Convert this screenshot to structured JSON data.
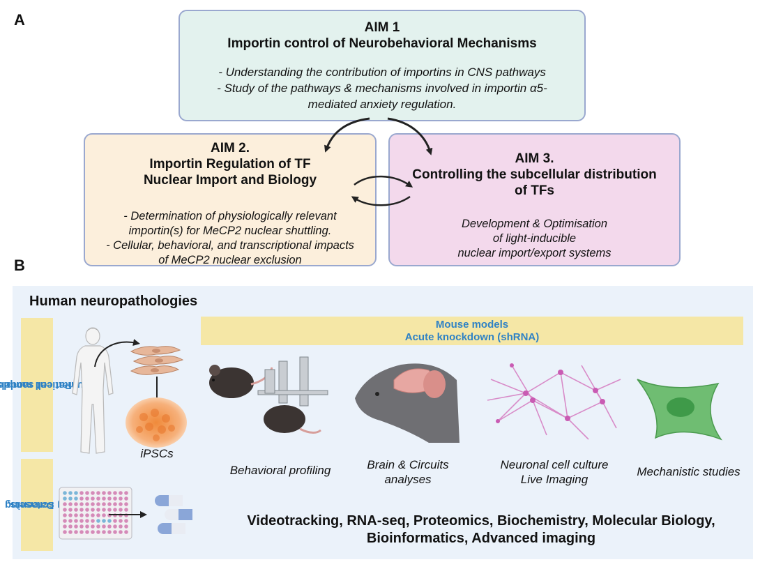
{
  "panel_a_label": "A",
  "panel_b_label": "B",
  "aim1": {
    "title_1": "AIM 1",
    "title_2": "Importin control of Neurobehavioral Mechanisms",
    "bullets": [
      "- Understanding the contribution of importins in CNS pathways",
      "- Study of the pathways & mechanisms involved in importin α5-",
      "mediated anxiety regulation."
    ],
    "color": "#e3f2ee"
  },
  "aim2": {
    "title_lines": [
      "AIM 2.",
      "Importin Regulation of TF",
      "Nuclear Import and Biology"
    ],
    "bullets": [
      "- Determination of physiologically relevant",
      "importin(s) for MeCP2 nuclear shuttling.",
      "- Cellular, behavioral, and transcriptional impacts",
      "of MeCP2 nuclear exclusion"
    ],
    "color": "#fcefdc"
  },
  "aim3": {
    "title_lines": [
      "AIM 3.",
      "Controlling the subcellular distribution",
      "of TFs"
    ],
    "body_lines": [
      "Development & Optimisation",
      "of light-inducible",
      "nuclear import/export systems"
    ],
    "color": "#f3d9ec"
  },
  "panel_b": {
    "heading": "Human neuropathologies",
    "side_tab_1": [
      "Patient samples,",
      "human cell models"
    ],
    "side_tab_2": [
      "Datasets,",
      "Drug screening"
    ],
    "mouse_banner": [
      "Mouse models",
      "Acute knockdown (shRNA)"
    ],
    "ipsc_label": "iPSCs",
    "captions": {
      "behavioral": "Behavioral profiling",
      "brain": [
        "Brain & Circuits",
        "analyses"
      ],
      "neuronal": [
        "Neuronal cell culture",
        "Live Imaging"
      ],
      "mechanistic": "Mechanistic studies"
    },
    "techniques": [
      "Videotracking, RNA-seq, Proteomics, Biochemistry, Molecular Biology,",
      "Bioinformatics, Advanced imaging"
    ],
    "colors": {
      "panel_bg": "#ebf2fa",
      "tab_bg": "#f5e7a6",
      "tab_text": "#2f82c5"
    }
  },
  "icons": [
    "human-figure-icon",
    "fibroblast-cells-icon",
    "ipsc-colony-icon",
    "mouse-icon",
    "stereotaxic-frame-icon",
    "mouse-brain-icon",
    "neuron-network-icon",
    "cell-icon",
    "well-plate-icon",
    "pill-capsules-icon"
  ]
}
